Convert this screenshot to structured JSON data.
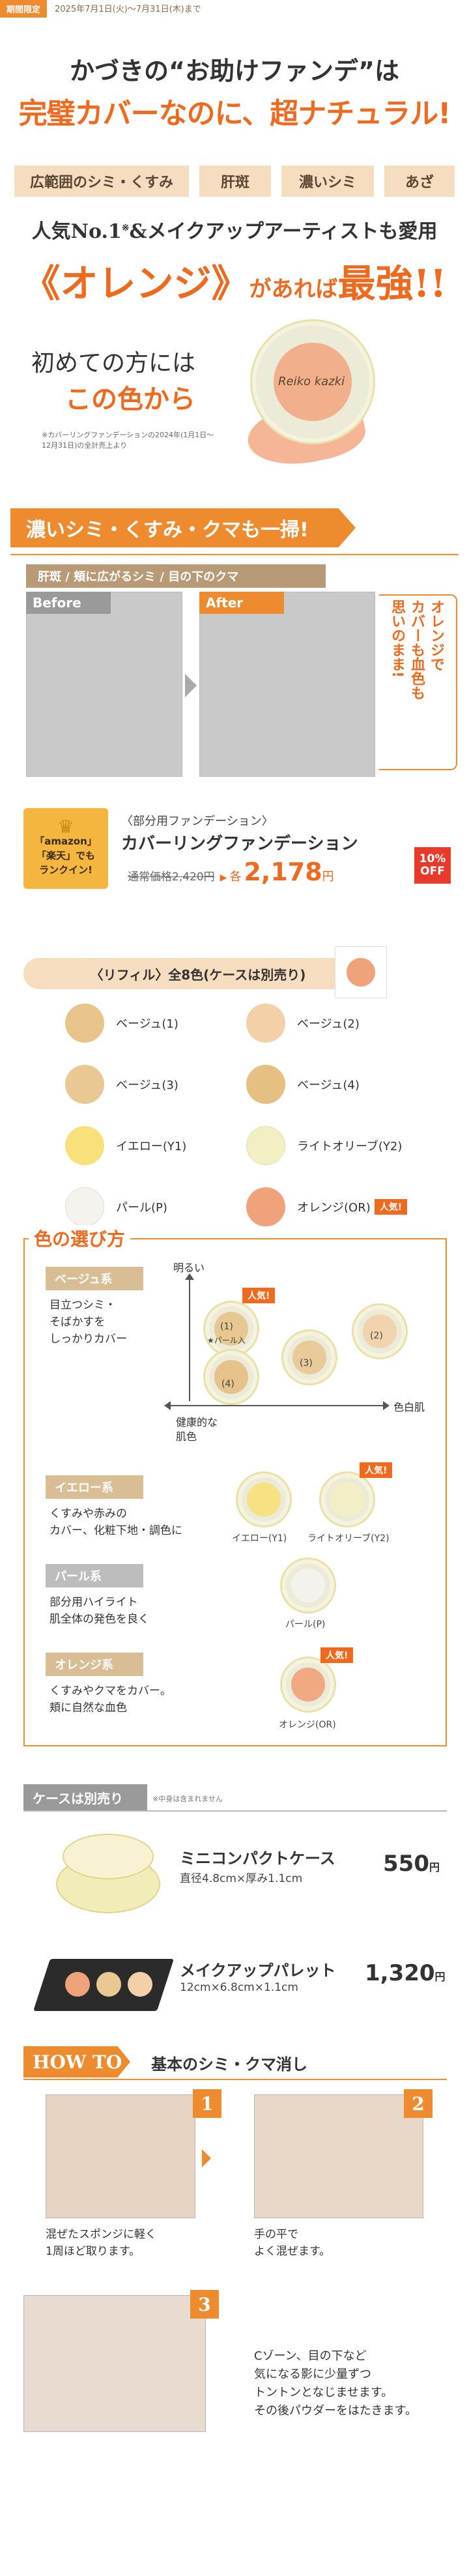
{
  "header": {
    "badge": "期間限定",
    "period": "2025年7月1日(火)〜7月31日(木)まで",
    "headline1": "かづきの“お助けファンデ”は",
    "headline2": "完璧カバーなのに、超ナチュラル!",
    "chips": [
      "広範囲のシミ・くすみ",
      "肝斑",
      "濃いシミ",
      "あざ"
    ],
    "popular_line_a": "人気No.1",
    "popular_line_sup": "※",
    "popular_line_b": "&メイクアップアーティストも愛用",
    "orange_line_a": "《オレンジ》",
    "orange_line_b": "があれば",
    "orange_line_c": "最強!!",
    "first_time_a": "初めての方には",
    "first_time_b": "この色から",
    "note": "※カバーリングファンデーションの2024年(1月1日〜12月31日)の全計売上より",
    "brand": "Reiko kazki"
  },
  "section1": {
    "bar": "濃いシミ・くすみ・クマも一掃!",
    "sub": "肝斑 / 頬に広がるシミ / 目の下のクマ",
    "before": "Before",
    "after": "After",
    "callout_lines": [
      "オレンジで",
      "カバーも血色も",
      "思いのまま!"
    ]
  },
  "product": {
    "ranking_a": "「amazon」",
    "ranking_b": "「楽天」でも",
    "ranking_c": "ランクイン!",
    "category": "〈部分用ファンデーション〉",
    "name": "カバーリングファンデーション",
    "regular_label": "通常価格",
    "regular_price": "2,420円",
    "arrow": "▶",
    "tax": "各",
    "sale_price": "2,178",
    "yen": "円",
    "off_a": "10%",
    "off_b": "OFF"
  },
  "refill": {
    "title": "〈リフィル〉全8色(ケースは別売り)",
    "colors": [
      {
        "label": "ベージュ(1)",
        "hex": "#e8c48a"
      },
      {
        "label": "ベージュ(2)",
        "hex": "#f2d0a8"
      },
      {
        "label": "ベージュ(3)",
        "hex": "#e9c894"
      },
      {
        "label": "ベージュ(4)",
        "hex": "#e6bf82"
      },
      {
        "label": "イエロー(Y1)",
        "hex": "#f8e07a"
      },
      {
        "label": "ライトオリーブ(Y2)",
        "hex": "#f3efc4"
      },
      {
        "label": "パール(P)",
        "hex": "#f6f3ef"
      },
      {
        "label": "オレンジ(OR)",
        "hex": "#f0a27a"
      }
    ],
    "popular": "人気!"
  },
  "chooser": {
    "title": "色の選び方",
    "axis_top": "明るい",
    "axis_bottom_a": "健康的な",
    "axis_bottom_b": "肌色",
    "axis_right": "色白肌",
    "beige_title": "ベージュ系",
    "beige_desc": [
      "目立つシミ・",
      "そばかすを",
      "しっかりカバー"
    ],
    "beige_items": [
      "(1)",
      "★パール入",
      "(2)",
      "(3)",
      "(4)"
    ],
    "yellow_title": "イエロー系",
    "yellow_desc": [
      "くすみや赤みの",
      "カバー、化粧下地・調色に"
    ],
    "yellow_items": [
      "イエロー(Y1)",
      "ライトオリーブ(Y2)"
    ],
    "pearl_title": "パール系",
    "pearl_desc": [
      "部分用ハイライト",
      "肌全体の発色を良く"
    ],
    "pearl_item": "パール(P)",
    "orange_title": "オレンジ系",
    "orange_desc": [
      "くすみやクマをカバー。",
      "頬に自然な血色"
    ],
    "orange_item": "オレンジ(OR)",
    "popular": "人気!"
  },
  "cases": {
    "bar": "ケースは別売り",
    "bar_note": "※中身は含まれません",
    "items": [
      {
        "name": "ミニコンパクトケース",
        "size": "直径4.8cm×厚み1.1cm",
        "price": "550",
        "yen": "円"
      },
      {
        "name": "メイクアップパレット",
        "size": "12cm×6.8cm×1.1cm",
        "price": "1,320",
        "yen": "円"
      }
    ]
  },
  "howto": {
    "label": "HOW TO",
    "title": "基本のシミ・クマ消し",
    "steps": [
      {
        "num": "1",
        "text": [
          "混ぜたスポンジに軽く",
          "1周ほど取ります。"
        ]
      },
      {
        "num": "2",
        "text": [
          "手の平で",
          "よく混ぜます。"
        ]
      },
      {
        "num": "3",
        "text": [
          "Cゾーン、目の下など",
          "気になる影に少量ずつ",
          "トントンとなじませます。",
          "その後パウダーをはたきます。"
        ]
      }
    ]
  }
}
